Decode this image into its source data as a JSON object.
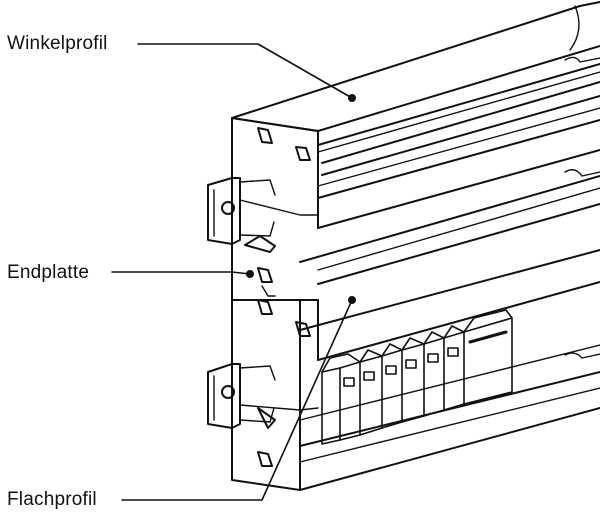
{
  "labels": {
    "winkelprofil": "Winkelprofil",
    "endplatte": "Endplatte",
    "flachprofil": "Flachprofil"
  },
  "colors": {
    "ink": "#111111",
    "paper": "#ffffff",
    "shade": "#d9d9d9"
  }
}
